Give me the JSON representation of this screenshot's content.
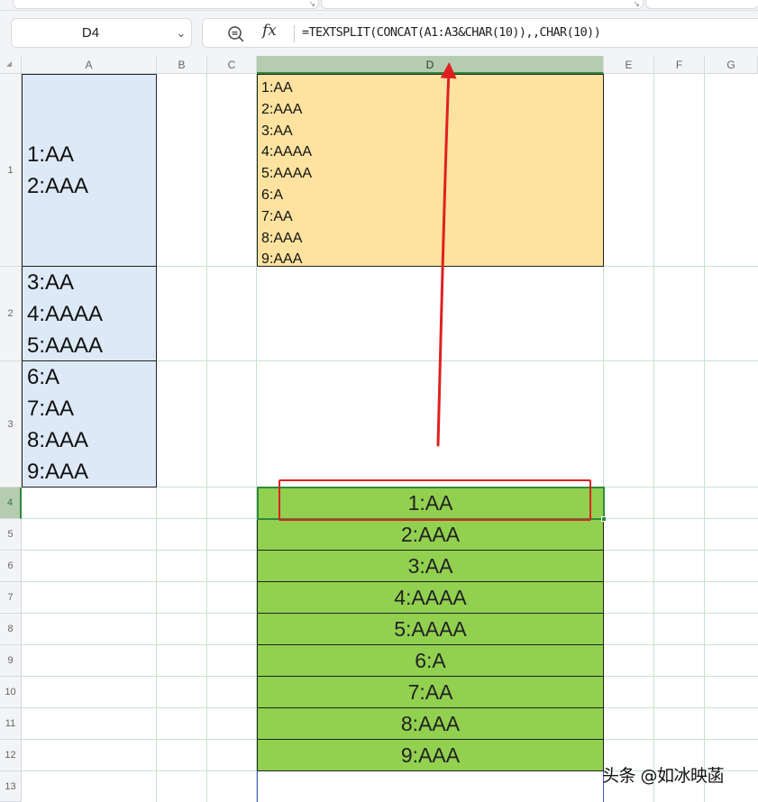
{
  "name_box": {
    "value": "D4"
  },
  "formula_bar": {
    "fx_label": "fx",
    "formula": "=TEXTSPLIT(CONCAT(A1:A3&CHAR(10)),,CHAR(10))"
  },
  "ribbon_strip": {
    "glyph": "↘"
  },
  "columns": [
    "A",
    "B",
    "C",
    "D",
    "E",
    "F",
    "G"
  ],
  "rows": [
    "1",
    "2",
    "3",
    "4",
    "5",
    "6",
    "7",
    "8",
    "9",
    "10",
    "11",
    "12",
    "13"
  ],
  "cells": {
    "A1": [
      "1:AA",
      "2:AAA"
    ],
    "A2": [
      "3:AA",
      "4:AAAA",
      "5:AAAA"
    ],
    "A3": [
      "6:A",
      "7:AA",
      "8:AAA",
      "9:AAA"
    ],
    "D1": [
      "1:AA",
      "2:AAA",
      "3:AA",
      "4:AAAA",
      "5:AAAA",
      "6:A",
      "7:AA",
      "8:AAA",
      "9:AAA"
    ],
    "D_spill": [
      "1:AA",
      "2:AAA",
      "3:AA",
      "4:AAAA",
      "5:AAAA",
      "6:A",
      "7:AA",
      "8:AAA",
      "9:AAA"
    ]
  },
  "watermark": "头条 @如冰映菡",
  "colors": {
    "column_a_fill": "#dde9f6",
    "d1_fill": "#fde39f",
    "spill_fill": "#92d050",
    "annotation_red": "#e02020",
    "active_green": "#2f8a3b"
  }
}
